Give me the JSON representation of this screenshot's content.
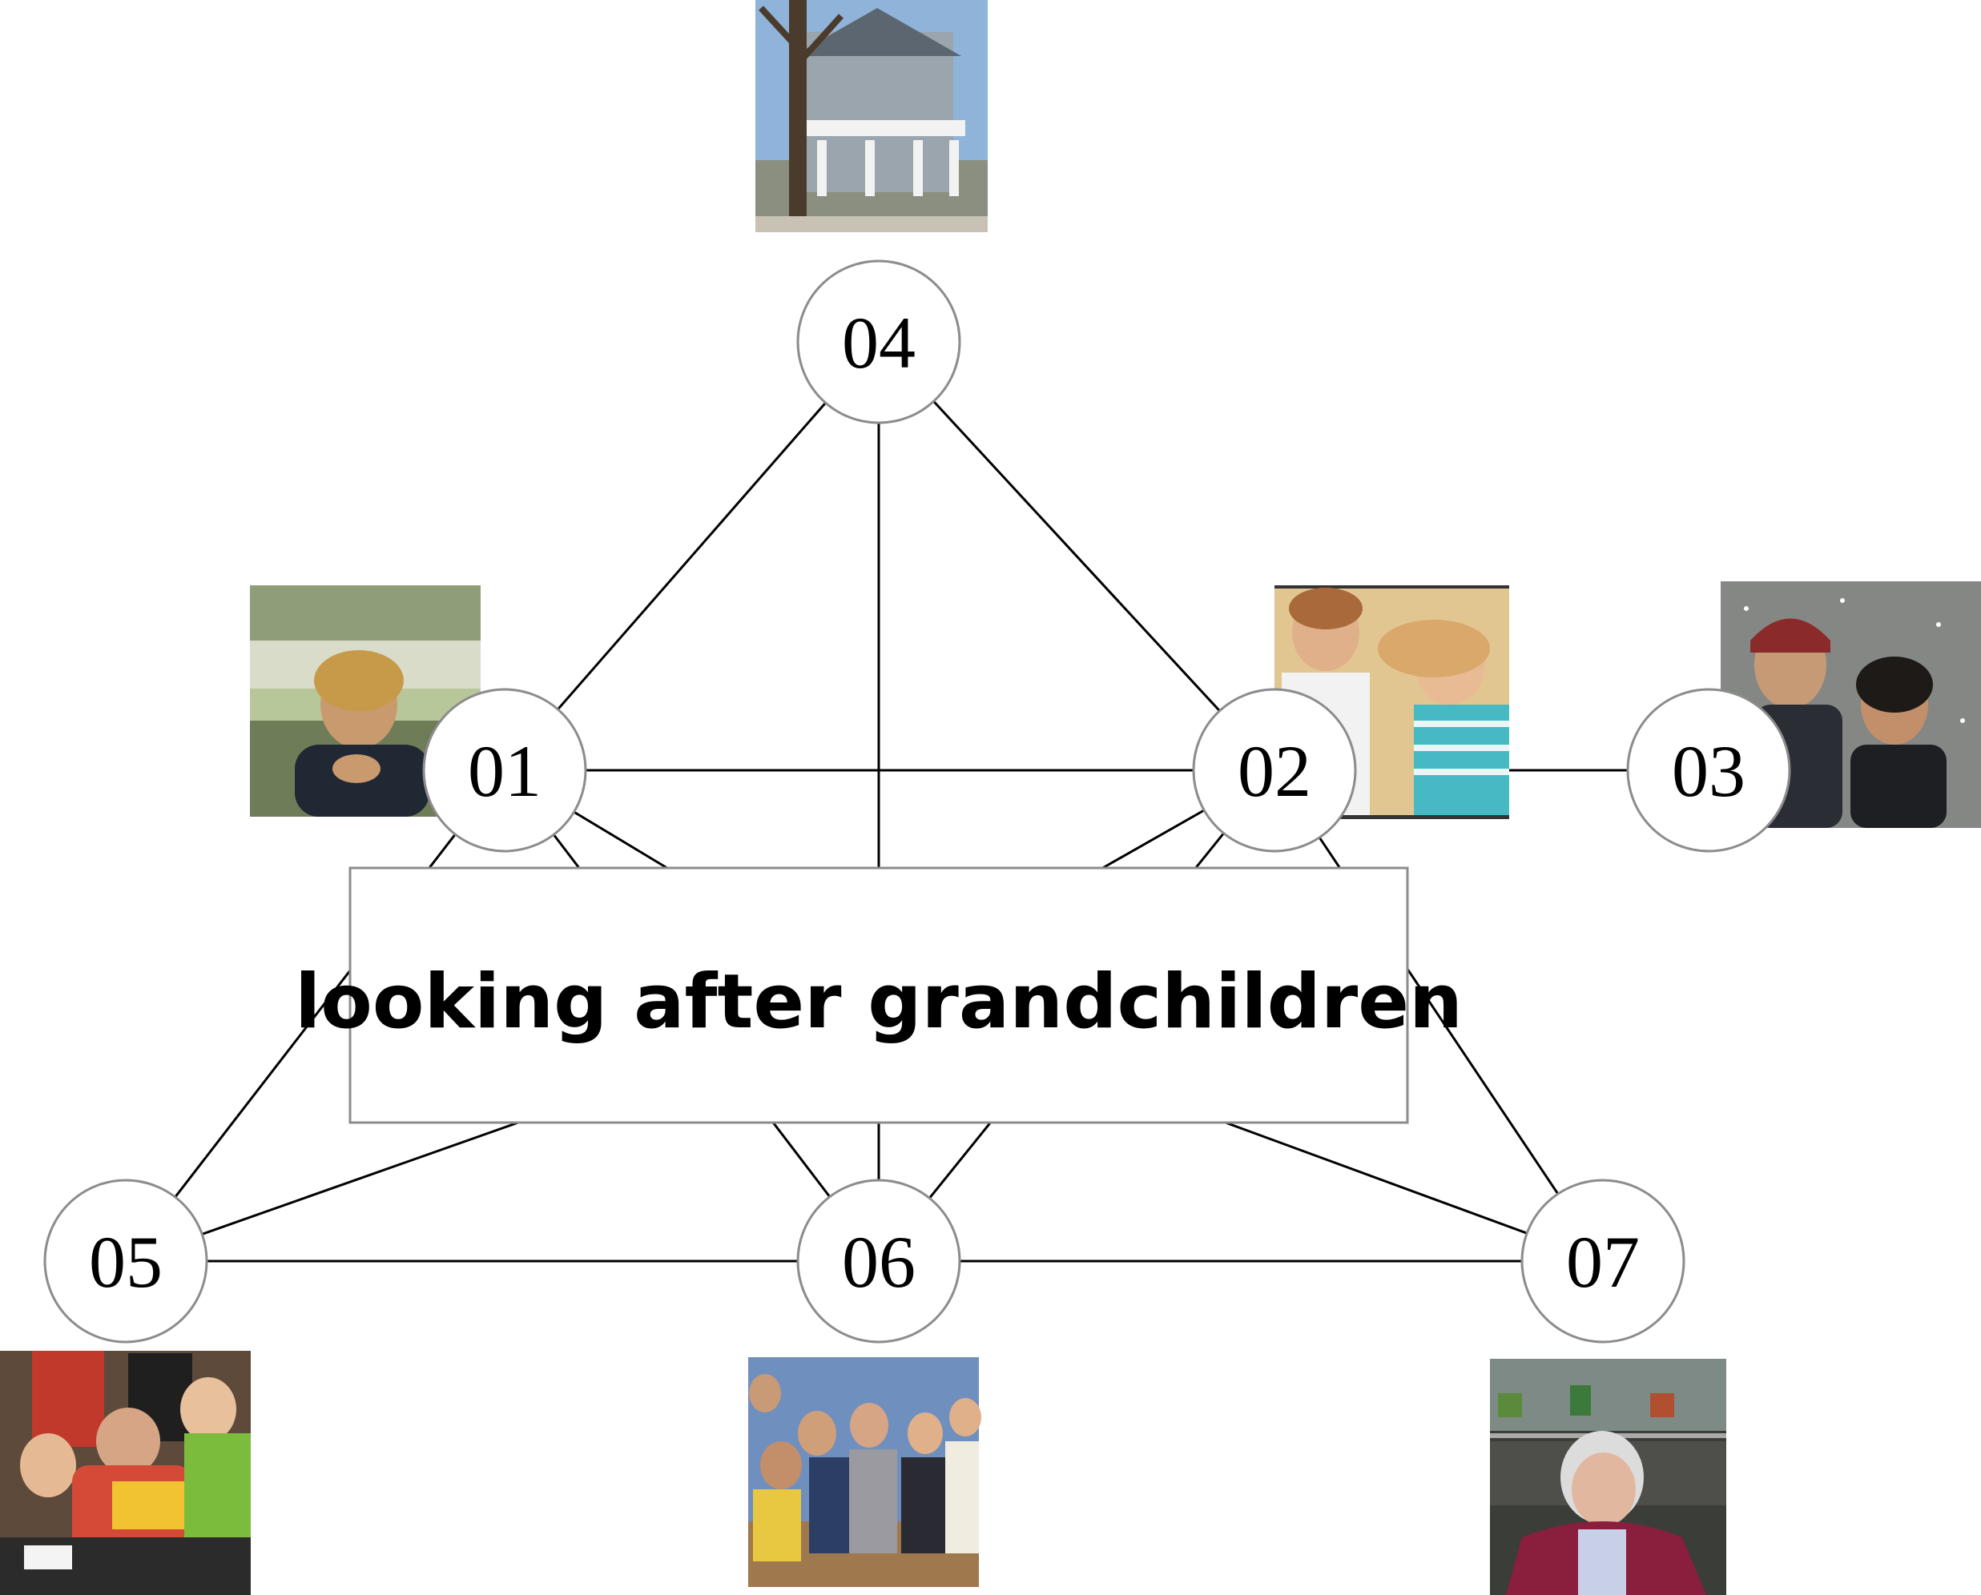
{
  "center": {
    "title": "looking after grandchildren"
  },
  "nodes": [
    {
      "id": "01",
      "label": "01",
      "photo": "photo-elderly-woman-street"
    },
    {
      "id": "02",
      "label": "02",
      "photo": "photo-two-children"
    },
    {
      "id": "03",
      "label": "03",
      "photo": "photo-couple-snow"
    },
    {
      "id": "04",
      "label": "04",
      "photo": "photo-house"
    },
    {
      "id": "05",
      "label": "05",
      "photo": "photo-reading-with-children"
    },
    {
      "id": "06",
      "label": "06",
      "photo": "photo-family-group"
    },
    {
      "id": "07",
      "label": "07",
      "photo": "photo-elderly-woman-greenhouse"
    }
  ],
  "edges": [
    [
      "04",
      "01"
    ],
    [
      "04",
      "02"
    ],
    [
      "04",
      "center"
    ],
    [
      "01",
      "02"
    ],
    [
      "02",
      "03"
    ],
    [
      "01",
      "center"
    ],
    [
      "02",
      "center"
    ],
    [
      "01",
      "05"
    ],
    [
      "01",
      "06"
    ],
    [
      "02",
      "06"
    ],
    [
      "02",
      "07"
    ],
    [
      "05",
      "06"
    ],
    [
      "06",
      "07"
    ],
    [
      "05",
      "center"
    ],
    [
      "06",
      "center"
    ],
    [
      "07",
      "center"
    ]
  ],
  "colors": {
    "node_border": "#8c8c8c",
    "edge": "#000000",
    "background": "#ffffff"
  }
}
